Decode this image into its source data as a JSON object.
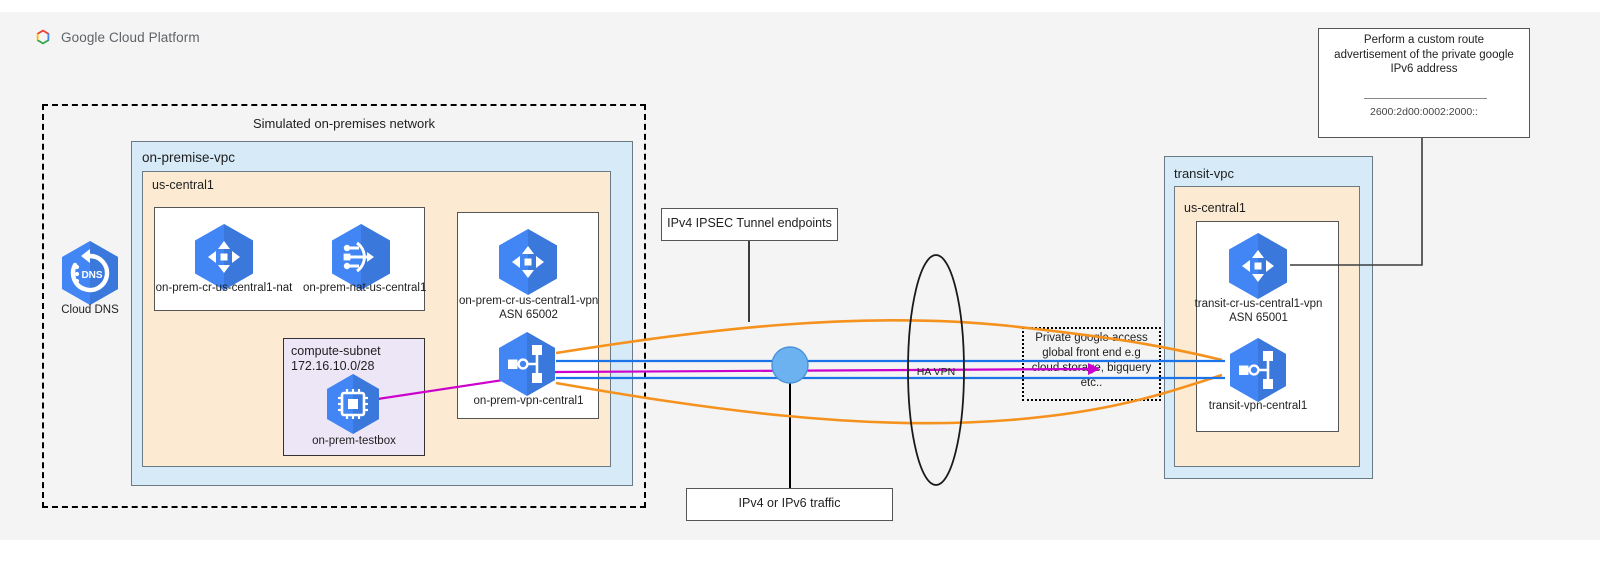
{
  "header": {
    "brand": "Google Cloud Platform",
    "logo_icon": "google-cloud-hexagon-logo-icon"
  },
  "diagram": {
    "title": "Simulated on-premises network",
    "onprem": {
      "boundary_label": "Simulated on-premises network",
      "vpc_label": "on-premise-vpc",
      "region_label": "us-central1",
      "cloud_dns": {
        "label": "Cloud DNS",
        "icon": "cloud-dns-icon"
      },
      "routers_box": {
        "nat_router": {
          "label": "on-prem-cr-us-central1-nat",
          "icon": "cloud-router-icon"
        },
        "nat_gateway": {
          "label": "on-prem-nat-us-central1",
          "icon": "cloud-nat-icon"
        }
      },
      "vpn_box": {
        "vpn_router": {
          "label_line1": "on-prem-cr-us-central1-vpn",
          "label_line2": "ASN 65002",
          "icon": "cloud-router-icon"
        },
        "vpn_gateway": {
          "label": "on-prem-vpn-central1",
          "icon": "cloud-vpn-gateway-icon"
        }
      },
      "subnet": {
        "name": "compute-subnet",
        "cidr": "172.16.10.0/28",
        "vm": {
          "label": "on-prem-testbox",
          "icon": "compute-engine-vm-icon"
        }
      }
    },
    "transit": {
      "vpc_label": "transit-vpc",
      "region_label": "us-central1",
      "vpn_router": {
        "label_line1": "transit-cr-us-central1-vpn",
        "label_line2": "ASN 65001",
        "icon": "cloud-router-icon"
      },
      "vpn_gateway": {
        "label": "transit-vpn-central1",
        "icon": "cloud-vpn-gateway-icon"
      }
    },
    "callouts": {
      "ipsec": "IPv4 IPSEC Tunnel endpoints",
      "traffic": "IPv4 or IPv6 traffic",
      "private_google_access": "Private google access\nglobal front end e.g\ncloud storage, bigquery\netc..",
      "custom_route": {
        "text": "Perform a custom route\nadvertisement of the private google\nIPv6 address",
        "address": "2600:2d00:0002:2000::"
      }
    },
    "ha_vpn_label": "HA VPN"
  },
  "colors": {
    "canvas": "#f4f4f4",
    "vpc_blue": "#d6eaf8",
    "region_cream": "#fcebd2",
    "subnet_purple": "#ece6f6",
    "gcp_blue": "#4285f4",
    "tunnel_orange": "#f5921e",
    "route_blue": "#1a73e8",
    "traffic_magenta": "#cc00cc",
    "endpoint_circle": "#6cb2f0",
    "stroke_dark": "#3c3c3c"
  }
}
